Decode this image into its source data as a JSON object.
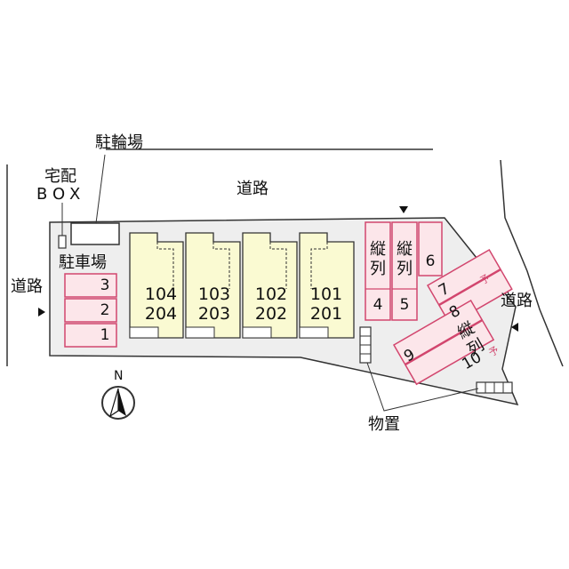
{
  "labels": {
    "bicycle_parking": "駐輪場",
    "delivery_box_line1": "宅配",
    "delivery_box_line2": "BOX",
    "road_top": "道路",
    "road_left": "道路",
    "road_right": "道路",
    "car_parking": "駐車場",
    "storage": "物置",
    "north": "N"
  },
  "units": [
    {
      "upper": "104",
      "lower": "204"
    },
    {
      "upper": "103",
      "lower": "203"
    },
    {
      "upper": "102",
      "lower": "202"
    },
    {
      "upper": "101",
      "lower": "201"
    }
  ],
  "parking_left": [
    "3",
    "2",
    "1"
  ],
  "parking_right": {
    "tandem_label": "縦列",
    "reserved_mark": "予",
    "p4": "4",
    "p5": "5",
    "p6": "6",
    "p7": "7",
    "p8": "8",
    "p9": "9",
    "p10": "10"
  },
  "colors": {
    "lot": "#eeeeee",
    "building": "#fafad2",
    "parking_fill": "#fce6ea",
    "parking_stroke": "#d2466e",
    "reserved_text": "#d2466e"
  }
}
